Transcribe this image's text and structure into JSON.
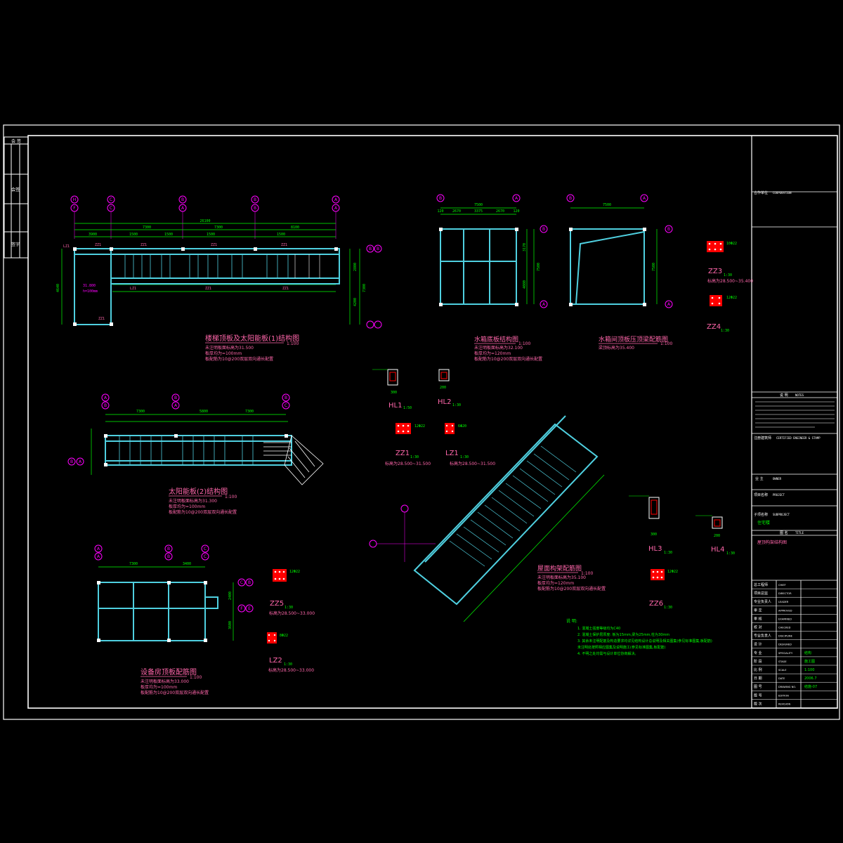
{
  "colors": {
    "background": "#000000",
    "frame": "#ffffff",
    "beam": "#4fd0e0",
    "dimension": "#00ff00",
    "axis_bubble": "#ff00ff",
    "title": "#ff66aa",
    "note": "#00ff00",
    "column_fill": "#ff0000",
    "label": "#ffffff"
  },
  "drawings": {
    "roof_plan_1": {
      "title": "楼梯顶板及太阳能板(1)结构图",
      "scale": "1:100",
      "note_1": "未注明板面标高为31.500",
      "note_2": "板厚均为=100mm",
      "note_3": "板配筋为10@200双层双向通长配置",
      "axes_top": [
        "H",
        "C",
        "B",
        "B",
        "A"
      ],
      "axes_top_b": [
        "F",
        "C",
        "A",
        "B",
        "A"
      ],
      "axes_right": [
        "B",
        "B"
      ],
      "overall_dim": "26100",
      "sub_dims": [
        "7300",
        "7300",
        "8100"
      ],
      "small_dims": [
        "3900",
        "1500",
        "1500",
        "1500",
        "1500"
      ],
      "right_dims": [
        "2800",
        "4200",
        "7300"
      ],
      "left_dim": "4640",
      "level_mark": "31.800",
      "level_mark_b": "h=100mm"
    },
    "tank_base": {
      "title": "水箱底板结构图",
      "scale": "1:100",
      "note_1": "未注明板面标高为32.100",
      "note_2": "板厚均为=120mm",
      "note_3": "板配筋为10@200双层双向通长配置",
      "axes_top": [
        "B",
        "A"
      ],
      "axes_right": [
        "B",
        "A"
      ],
      "top_dim": "7500",
      "sub_dims": [
        "120",
        "2670",
        "3375",
        "2670",
        "120"
      ],
      "right_dims": [
        "3170",
        "7500",
        "4080"
      ]
    },
    "tank_cover": {
      "title": "水箱间顶板压顶梁配筋图",
      "scale": "1:100",
      "note_1": "梁顶标高为35.400",
      "axes_top": [
        "B",
        "A"
      ],
      "axes_right": [
        "B",
        "A"
      ],
      "top_dim": "7500",
      "right_dim": "7500"
    },
    "solar_plan_2": {
      "title": "太阳能板(2)结构图",
      "scale": "1:100",
      "note_1": "未注明板面标高为31.300",
      "note_2": "板厚均为=100mm",
      "note_3": "板配筋为10@200双层双向通长配置",
      "axes_top": [
        "A",
        "B",
        "B"
      ],
      "axes_top_b": [
        "B",
        "A",
        "C"
      ],
      "axes_left": [
        "B",
        "A"
      ],
      "dims": [
        "7300",
        "5800",
        "7300"
      ]
    },
    "equipment_room": {
      "title": "设备房顶板配筋图",
      "scale": "1:100",
      "note_1": "未注明板面标高为33.000",
      "note_2": "板厚均为=100mm",
      "note_3": "板配筋为10@200双层双向通长配置",
      "axes_top": [
        "A",
        "B",
        "C"
      ],
      "axes_top_b": [
        "A",
        "B",
        "C"
      ],
      "axes_right": [
        "C",
        "B",
        "F",
        "E"
      ],
      "dims": [
        "7300",
        "3400"
      ],
      "right_dims": [
        "2400",
        "3600"
      ]
    },
    "stair_roof": {
      "title": "屋面构架配筋图",
      "scale": "1:100",
      "note_1": "未注明板面标高为35.100",
      "note_2": "板厚均为=120mm",
      "note_3": "板配筋为10@200双层双向通长配置"
    }
  },
  "details": [
    {
      "name": "HL1",
      "scale": "1:50",
      "size": "300"
    },
    {
      "name": "HL2",
      "scale": "1:30",
      "size": "200"
    },
    {
      "name": "ZZ1",
      "scale": "1:30",
      "level": "标高为28.500~31.500",
      "bars": "12Φ22"
    },
    {
      "name": "LZ1",
      "scale": "1:30",
      "level": "标高为28.500~31.500",
      "bars": "6Φ20"
    },
    {
      "name": "ZZ3",
      "scale": "1:30",
      "level": "标高为28.500~35.400",
      "bars": "10Φ22"
    },
    {
      "name": "ZZ4",
      "scale": "1:30",
      "bars": "12Φ22"
    },
    {
      "name": "ZZ5",
      "scale": "1:30",
      "level": "标高为28.500~33.000",
      "bars": "12Φ22"
    },
    {
      "name": "LZ2",
      "scale": "1:30",
      "level": "标高为28.500~33.000",
      "bars": "8Φ22"
    },
    {
      "name": "HL3",
      "scale": "1:30",
      "size": "300"
    },
    {
      "name": "HL4",
      "scale": "1:30",
      "size": "200"
    },
    {
      "name": "ZZ6",
      "scale": "1:30",
      "bars": "12Φ22"
    }
  ],
  "general_notes": {
    "heading": "说 明:",
    "items": [
      "1. 混凝土强度等级均为C40",
      "2. 混凝土保护层厚度: 板为15mm,梁为25mm,柱为30mm",
      "3. 其余未注明配筋及构造要求均详见结构设计总说明及相关图集(参见标准图集,板配筋)",
      "   未注明处按照相应图集及说明施工(参见标准图集,板配筋)",
      "4. 不明之处均需与设计单位协商解决。"
    ]
  },
  "title_block": {
    "cooperation_label": "合作单位",
    "cooperation_value": "COOPERATION",
    "notes_heading": "说 明",
    "notes_heading_en": "NOTES",
    "institute_label": "注册建筑师",
    "institute_value": "CERTIFIED ENGINEER & STAMP",
    "owner_label": "业 主",
    "owner_value": "OWNER",
    "project_label": "项目名称",
    "project_value": "PROJECT",
    "subproject_label": "子项名称",
    "subproject_value": "SUBPROJECT",
    "subproject_name": "住宅楼",
    "drawing_label": "图 名",
    "drawing_value": "TITLE",
    "drawing_name": "屋顶构架结构图",
    "rows": [
      {
        "label": "总工程师",
        "value": "CHIEF",
        "extra": ""
      },
      {
        "label": "项目总监",
        "value": "DIRECTOR",
        "extra": ""
      },
      {
        "label": "专业负责人",
        "value": "LEADER",
        "extra": ""
      },
      {
        "label": "审 定",
        "value": "APPROVED",
        "extra": ""
      },
      {
        "label": "审 核",
        "value": "EXAMINED",
        "extra": ""
      },
      {
        "label": "校 对",
        "value": "CHECKED",
        "extra": ""
      },
      {
        "label": "专业负责人",
        "value": "DISCIPLINE",
        "extra": ""
      },
      {
        "label": "设 计",
        "value": "DESIGNED",
        "extra": ""
      },
      {
        "label": "专 业",
        "value": "SPECIALITY",
        "extra": "结构"
      },
      {
        "label": "阶 段",
        "value": "STAGE",
        "extra": "施工图"
      },
      {
        "label": "比 例",
        "value": "SCALE",
        "extra": "1:100"
      },
      {
        "label": "日 期",
        "value": "DATE",
        "extra": "2006.7"
      },
      {
        "label": "图 号",
        "value": "DRAWING NO.",
        "extra": "结施-07"
      },
      {
        "label": "版 号",
        "value": "EDITION",
        "extra": ""
      },
      {
        "label": "版 次",
        "value": "REVISION",
        "extra": ""
      }
    ]
  },
  "stamp_strip": {
    "top": "会 签",
    "mid": "会签",
    "low": "签字"
  }
}
